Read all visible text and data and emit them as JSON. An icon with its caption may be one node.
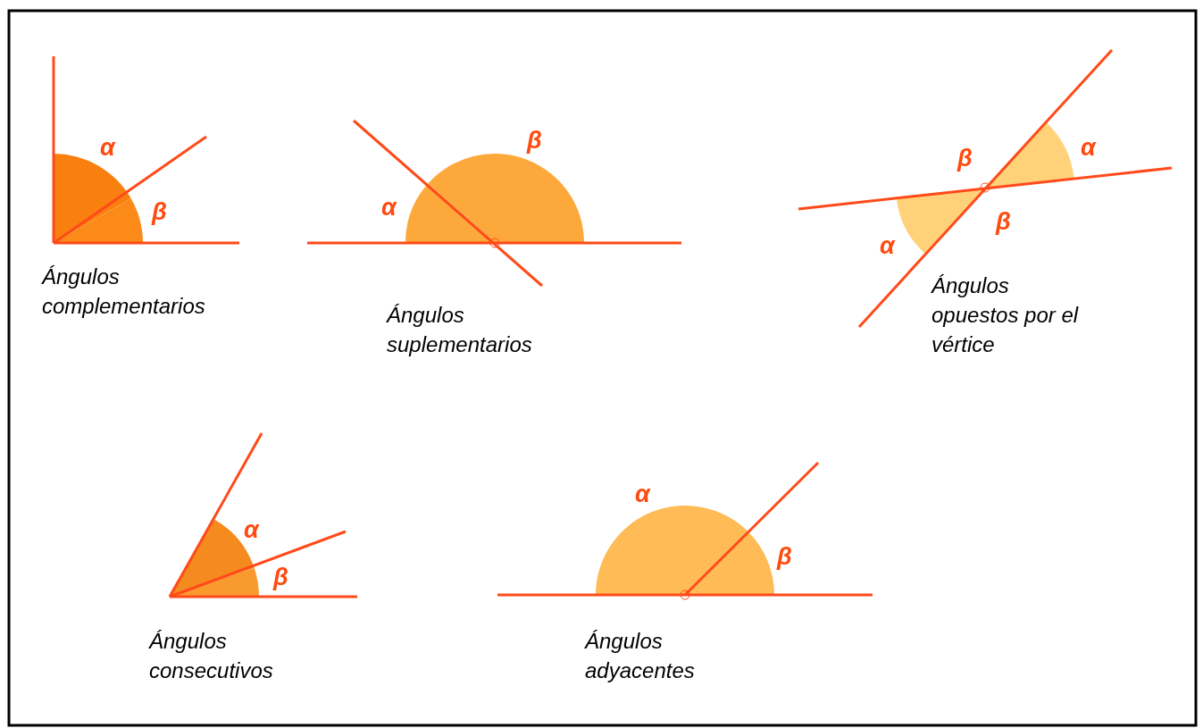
{
  "diagram": {
    "labels": [
      "α",
      "β",
      "Ángulos complementarios",
      "β",
      "α",
      "Ángulos suplementarios",
      "β",
      "α",
      "β",
      "α",
      "Ángulos opuestos por el vértice",
      "α",
      "β",
      "Ángulos consecutivos",
      "α",
      "β",
      "Ángulos adyacentes"
    ]
  }
}
